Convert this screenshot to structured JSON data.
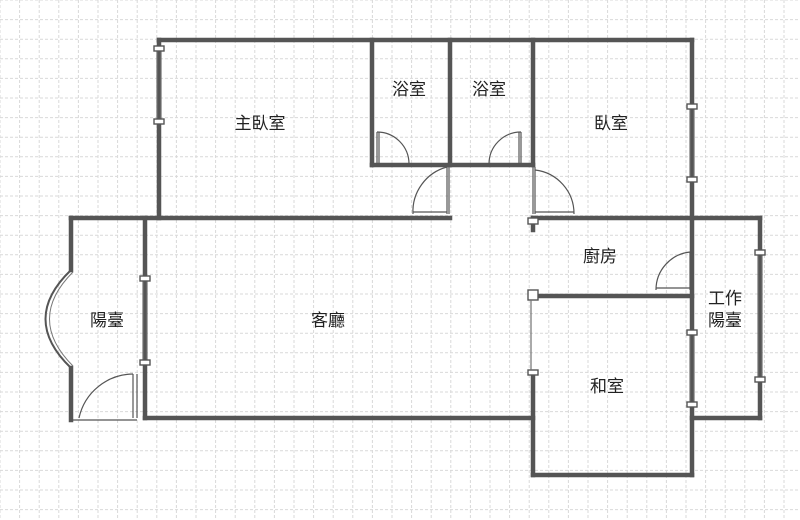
{
  "plan": {
    "rooms": {
      "master_bedroom": "主臥室",
      "bath_1": "浴室",
      "bath_2": "浴室",
      "bedroom": "臥室",
      "kitchen": "廚房",
      "work_balcony": "工作\n陽臺",
      "balcony": "陽臺",
      "living_room": "客廳",
      "japanese_room": "和室"
    },
    "colors": {
      "wall": "#555555",
      "grid": "#d9d9d9",
      "grid_dash": "#c8c8c8",
      "background": "#ffffff",
      "label": "#222222"
    }
  }
}
